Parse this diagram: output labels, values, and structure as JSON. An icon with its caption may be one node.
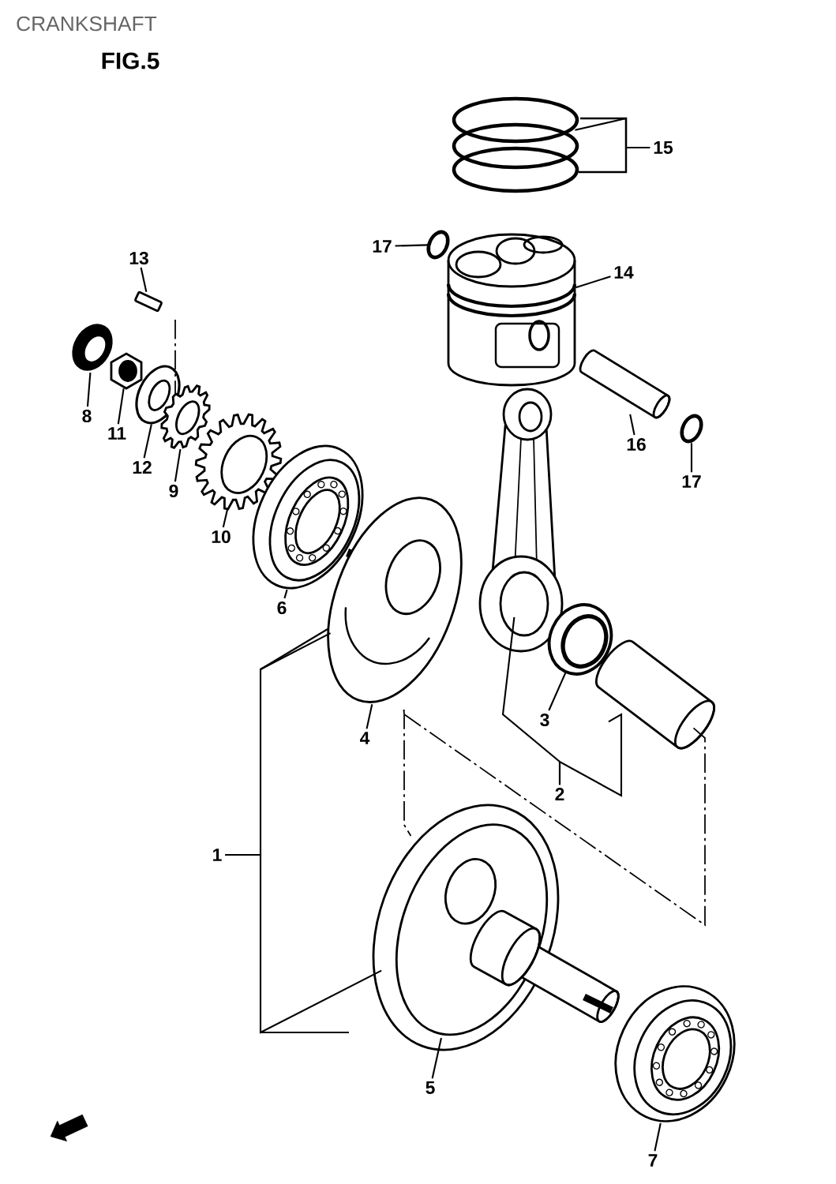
{
  "diagram": {
    "title": "CRANKSHAFT",
    "nodes": [
      {
        "text": [
          "15"
        ]
      },
      {
        "text": [],
        "shape": "picture"
      },
      {
        "text": [
          "17"
        ]
      },
      {
        "text": [],
        "shape": "picture"
      },
      {
        "text": [
          "14"
        ]
      },
      {
        "text": [],
        "shape": "picture"
      },
      {
        "text": [
          "13"
        ]
      },
      {
        "text": [],
        "shape": "picture"
      },
      {
        "text": [],
        "shape": "picture"
      },
      {
        "text": [],
        "shape": "picture"
      },
      {
        "text": [],
        "shape": "picture"
      },
      {
        "text": [],
        "shape": "picture"
      },
      {
        "text": [],
        "shape": "picture"
      },
      {
        "text": [
          "8"
        ]
      },
      {
        "text": [
          "11"
        ]
      },
      {
        "text": [
          "12"
        ]
      },
      {
        "text": [
          "9"
        ]
      },
      {
        "text": [
          "10"
        ]
      },
      {
        "text": [],
        "shape": "picture"
      },
      {
        "text": [],
        "shape": "picture"
      },
      {
        "text": [],
        "shape": "picture"
      },
      {
        "text": [
          "16"
        ]
      },
      {
        "text": [
          "17"
        ]
      },
      {
        "text": [],
        "shape": "picture"
      },
      {
        "text": [],
        "shape": "picture"
      },
      {
        "text": [],
        "shape": "picture"
      },
      {
        "text": [],
        "shape": "picture"
      },
      {
        "text": [
          "6"
        ]
      },
      {
        "text": [
          "3"
        ]
      },
      {
        "text": [
          "4"
        ]
      },
      {
        "text": [
          "2"
        ]
      },
      {
        "text": [
          "1"
        ]
      },
      {
        "text": [],
        "shape": "picture"
      },
      {
        "text": [],
        "shape": "picture"
      },
      {
        "text": [
          "5"
        ]
      },
      {
        "text": [
          "7"
        ]
      }
    ],
    "edges": [
      {
        "from": 0,
        "to": 1,
        "arrow": "none"
      },
      {
        "from": 2,
        "to": 3,
        "arrow": "none"
      },
      {
        "from": 4,
        "to": 5,
        "arrow": "none"
      },
      {
        "from": 6,
        "to": 7,
        "arrow": "none"
      },
      {
        "from": 13,
        "to": 8,
        "arrow": "none"
      },
      {
        "from": 14,
        "to": 9,
        "arrow": "none"
      },
      {
        "from": 15,
        "to": 10,
        "arrow": "none"
      },
      {
        "from": 16,
        "to": 11,
        "arrow": "none"
      },
      {
        "from": 17,
        "to": 12,
        "arrow": "none"
      },
      {
        "from": 21,
        "to": 19,
        "arrow": "none"
      },
      {
        "from": 22,
        "to": 20,
        "arrow": "none"
      },
      {
        "from": 27,
        "to": 23,
        "arrow": "none"
      },
      {
        "from": 28,
        "to": 25,
        "arrow": "none"
      },
      {
        "from": 29,
        "to": 24,
        "arrow": "none"
      },
      {
        "from": 30,
        "to": 18,
        "arrow": "none"
      },
      {
        "from": 30,
        "to": 26,
        "arrow": "none"
      },
      {
        "from": 31,
        "to": 24,
        "arrow": "none"
      },
      {
        "from": 31,
        "to": 32,
        "arrow": "none"
      },
      {
        "from": 34,
        "to": 32,
        "arrow": "none"
      },
      {
        "from": 35,
        "to": 33,
        "arrow": "none"
      },
      {
        "from": 24,
        "to": 32,
        "arrow": "none",
        "style": "dashed"
      },
      {
        "from": 26,
        "to": 24,
        "arrow": "none",
        "style": "dashed"
      }
    ],
    "labels": [
      "FIG.5"
    ]
  }
}
